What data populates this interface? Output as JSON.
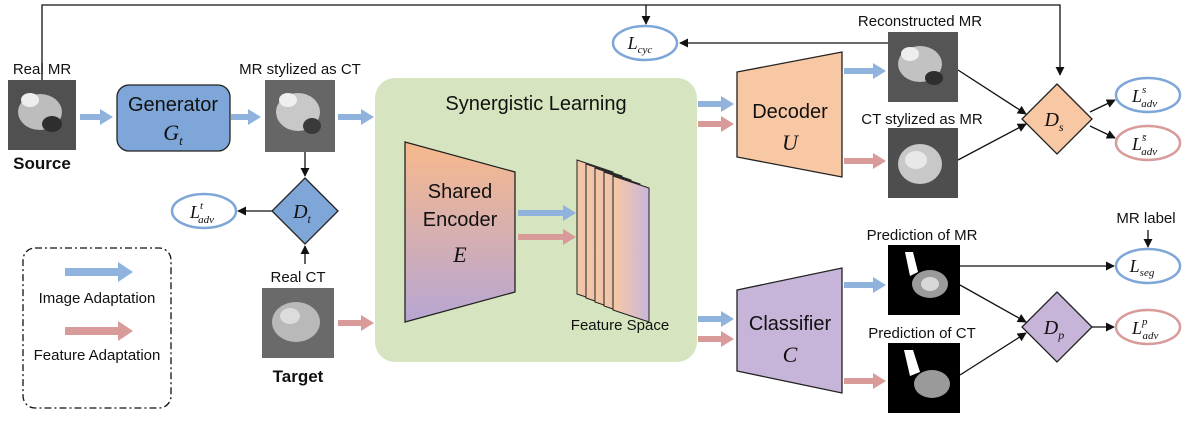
{
  "labels": {
    "real_mr": "Real MR",
    "source": "Source",
    "mr_stylized_ct": "MR stylized as CT",
    "real_ct": "Real CT",
    "target": "Target",
    "reconstructed_mr": "Reconstructed MR",
    "ct_stylized_mr": "CT stylized as MR",
    "prediction_mr": "Prediction of MR",
    "prediction_ct": "Prediction of CT",
    "mr_label": "MR label",
    "feature_space": "Feature Space",
    "synergistic": "Synergistic Learning"
  },
  "blocks": {
    "generator": {
      "name": "Generator",
      "symbol": "G",
      "sub": "t"
    },
    "encoder": {
      "line1": "Shared",
      "line2": "Encoder",
      "symbol": "E"
    },
    "decoder": {
      "name": "Decoder",
      "symbol": "U"
    },
    "classifier": {
      "name": "Classifier",
      "symbol": "C"
    }
  },
  "discriminators": {
    "dt": {
      "symbol": "D",
      "sub": "t"
    },
    "ds": {
      "symbol": "D",
      "sub": "s"
    },
    "dp": {
      "symbol": "D",
      "sub": "p"
    }
  },
  "losses": {
    "cyc": {
      "main": "L",
      "sub": "cyc",
      "sup": ""
    },
    "adv_t": {
      "main": "L",
      "sub": "adv",
      "sup": "t"
    },
    "adv_s": {
      "main": "L",
      "sub": "adv",
      "sup": "s"
    },
    "adv_sbar": {
      "main": "L",
      "sub": "adv",
      "sup": "s̄"
    },
    "seg": {
      "main": "L",
      "sub": "seg",
      "sup": ""
    },
    "adv_p": {
      "main": "L",
      "sub": "adv",
      "sup": "p"
    }
  },
  "legend": {
    "image": "Image Adaptation",
    "feature": "Feature Adaptation"
  },
  "colors": {
    "blue_arrow": "#8fb3dd",
    "red_arrow": "#d99a9a",
    "generator": "#7ea6d8",
    "dt": "#7ea6d8",
    "decoder": "#f8c8a4",
    "ds": "#f8c8a4",
    "classifier": "#c7b5d9",
    "dp": "#c7b5d9",
    "synergy_bg": "#d6e5bf",
    "loss_blue": "#7ea6d8",
    "loss_red": "#d99a9a"
  }
}
